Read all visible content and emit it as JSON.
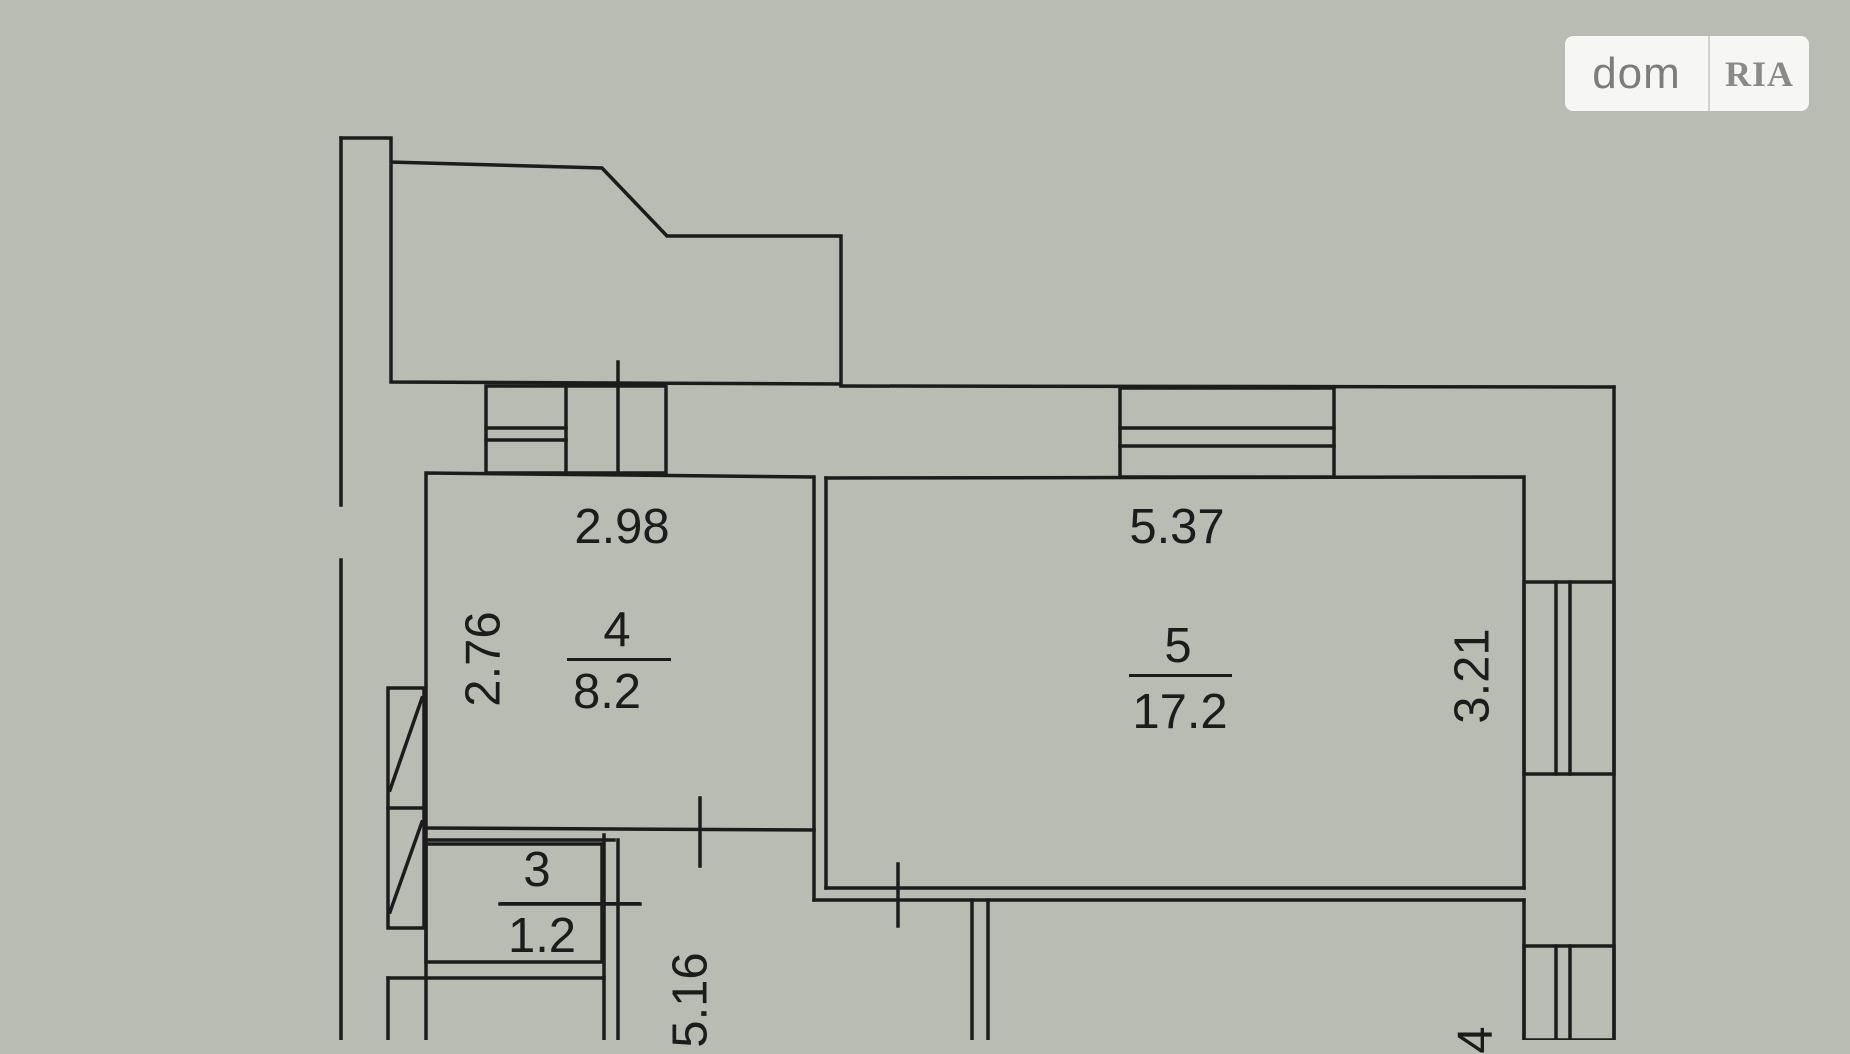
{
  "logo": {
    "left_text": "dom",
    "right_text": "RIA"
  },
  "rooms": [
    {
      "number": "4",
      "area": "8.2",
      "width": "2.98",
      "length": "2.76"
    },
    {
      "number": "5",
      "area": "17.2",
      "width": "5.37",
      "length": "3.21"
    },
    {
      "number": "3",
      "area": "1.2"
    }
  ],
  "dimensions": {
    "corridor_length": "5.16",
    "right_partial": "4"
  }
}
